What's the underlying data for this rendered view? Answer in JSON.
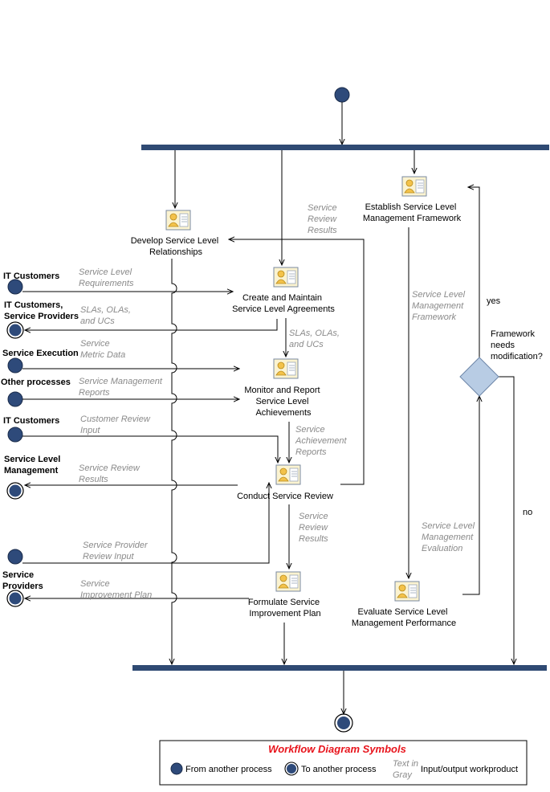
{
  "activities": {
    "establish": [
      "Establish Service Level",
      "Management Framework"
    ],
    "develop": [
      "Develop Service Level",
      "Relationships"
    ],
    "create": [
      "Create and Maintain",
      "Service Level Agreements"
    ],
    "monitor": [
      "Monitor and Report",
      "Service Level",
      "Achievements"
    ],
    "conduct": [
      "Conduct Service Review"
    ],
    "formulate": [
      "Formulate Service",
      "Improvement Plan"
    ],
    "evaluate": [
      "Evaluate Service Level",
      "Management Performance"
    ]
  },
  "sources": {
    "it_customers_1": [
      "IT Customers"
    ],
    "it_customers_providers": [
      "IT Customers,",
      "Service Providers"
    ],
    "service_execution": [
      "Service Execution"
    ],
    "other_processes": [
      "Other processes"
    ],
    "it_customers_2": [
      "IT Customers"
    ],
    "slm": [
      "Service Level",
      "Management"
    ],
    "service_providers": [
      "Service",
      "Providers"
    ]
  },
  "workproducts": {
    "review_results_top": [
      "Service",
      "Review",
      "Results"
    ],
    "sl_requirements": [
      "Service Level",
      "Requirements"
    ],
    "slas_left": [
      "SLAs, OLAs,",
      "and UCs"
    ],
    "slas_mid": [
      "SLAs, OLAs,",
      "and UCs"
    ],
    "metric_data": [
      "Service",
      "Metric Data"
    ],
    "mgmt_reports": [
      "Service Management",
      "Reports"
    ],
    "customer_review_input": [
      "Customer Review",
      "Input"
    ],
    "achievement_reports": [
      "Service",
      "Achievement",
      "Reports"
    ],
    "review_results_left": [
      "Service Review",
      "Results"
    ],
    "review_results_mid": [
      "Service",
      "Review",
      "Results"
    ],
    "provider_review_input": [
      "Service Provider",
      "Review Input"
    ],
    "improvement_plan": [
      "Service",
      "Improvement Plan"
    ],
    "slm_framework": [
      "Service Level",
      "Management",
      "Framework"
    ],
    "slm_evaluation": [
      "Service Level",
      "Management",
      "Evaluation"
    ]
  },
  "decision": {
    "question": [
      "Framework",
      "needs",
      "modification?"
    ],
    "yes": "yes",
    "no": "no"
  },
  "legend": {
    "title": "Workflow Diagram Symbols",
    "from": "From another process",
    "to": "To another process",
    "gray_sample": [
      "Text in",
      "Gray"
    ],
    "io": "Input/output workproduct"
  },
  "colors": {
    "node_fill": "#2e4a7a",
    "bar_fill": "#2f4a73",
    "decision_fill": "#b8cce4",
    "workproduct_text": "#8a8a8a",
    "legend_title": "#e8141c"
  }
}
